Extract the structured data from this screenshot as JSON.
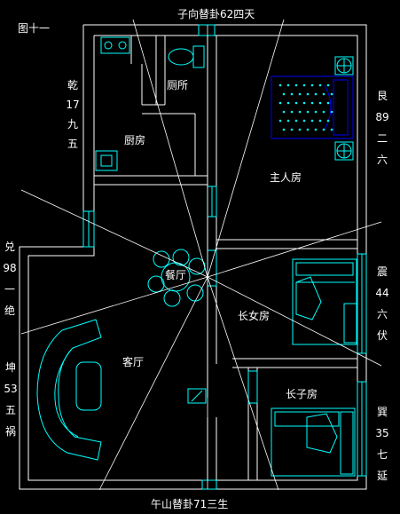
{
  "figure_label": "图十一",
  "top_label": "子向替卦62四天",
  "bottom_label": "午山替卦71三生",
  "rooms": {
    "toilet": "厕所",
    "kitchen": "厨房",
    "master_bedroom": "主人房",
    "dining": "餐厅",
    "eldest_daughter_room": "长女房",
    "living_room": "客厅",
    "eldest_son_room": "长子房"
  },
  "left_labels": {
    "qian": [
      "乾",
      "17",
      "九",
      "五"
    ],
    "dui": [
      "兑",
      "98",
      "一",
      "绝"
    ],
    "kun": [
      "坤",
      "53",
      "五",
      "祸"
    ]
  },
  "right_labels": {
    "gen": [
      "艮",
      "89",
      "二",
      "六"
    ],
    "zhen": [
      "震",
      "44",
      "六",
      "伏"
    ],
    "xun": [
      "巽",
      "35",
      "七",
      "延"
    ]
  },
  "colors": {
    "background": "#000000",
    "walls": "#ffffff",
    "fixtures": "#00ffff",
    "bed": "#0000ff",
    "dots": "#00ffff",
    "text": "#ffffff"
  }
}
